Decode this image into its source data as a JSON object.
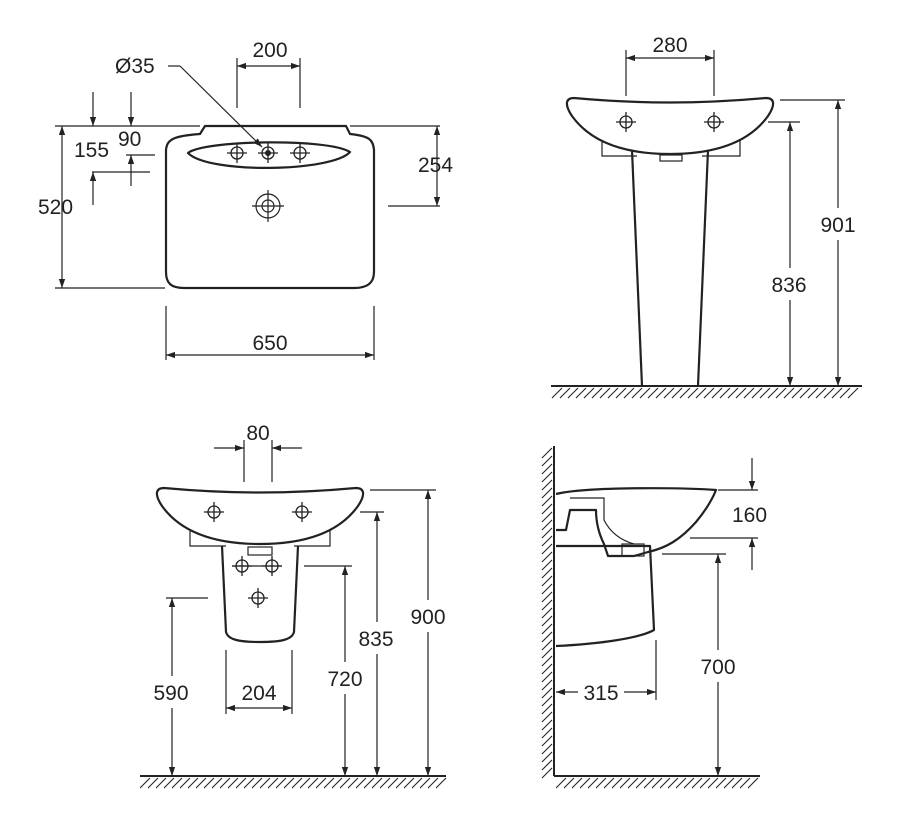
{
  "colors": {
    "line": "#222222",
    "background": "#ffffff"
  },
  "top_view": {
    "hole_diameter": "Ø35",
    "tap_spacing": "200",
    "dim_155": "155",
    "dim_90": "90",
    "dim_520": "520",
    "dim_254": "254",
    "width": "650"
  },
  "pedestal_front": {
    "tap_spacing": "280",
    "height_total": "901",
    "height_rim": "836"
  },
  "semi_pedestal_front": {
    "waste_spacing": "80",
    "height_total": "900",
    "height_rim": "835",
    "height_waste": "720",
    "height_bottom": "590",
    "pedestal_width": "204"
  },
  "semi_pedestal_side": {
    "rim_drop": "160",
    "height_waste": "700",
    "projection": "315"
  }
}
